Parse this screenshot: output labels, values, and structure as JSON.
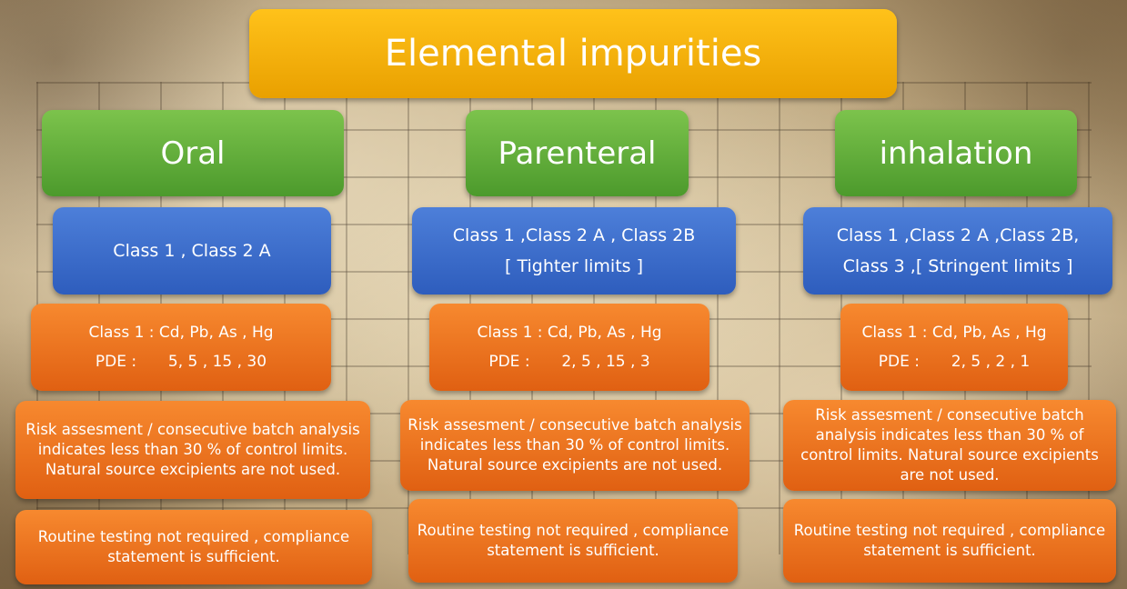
{
  "title": "Elemental impurities",
  "columns": [
    {
      "route": "Oral",
      "classes_line1": "Class 1 , Class 2 A",
      "classes_line2": "",
      "elements": "Class 1 : Cd,  Pb, As , Hg",
      "pde_label": "PDE :",
      "pde_values": "5,  5 , 15 ,  30",
      "risk": "Risk assesment / consecutive batch analysis indicates less than 30 % of control limits. Natural source excipients are not used.",
      "routine": "Routine testing not required , compliance statement is sufficient."
    },
    {
      "route": "Parenteral",
      "classes_line1": "Class 1 ,Class 2 A , Class 2B",
      "classes_line2": "[ Tighter limits ]",
      "elements": "Class 1 : Cd,  Pb, As , Hg",
      "pde_label": "PDE :",
      "pde_values": "2,  5 , 15 , 3",
      "risk": "Risk assesment / consecutive batch analysis indicates less than 30 % of control limits. Natural source excipients are not used.",
      "routine": "Routine testing not required , compliance statement is sufficient."
    },
    {
      "route": "inhalation",
      "classes_line1": "Class 1 ,Class 2 A ,Class 2B,",
      "classes_line2": "Class 3 ,[ Stringent  limits ]",
      "elements": "Class 1 : Cd,  Pb, As , Hg",
      "pde_label": "PDE :",
      "pde_values": "2,  5 , 2 ,  1",
      "risk": "Risk assesment / consecutive batch analysis indicates less than 30 % of control limits. Natural source excipients are not used.",
      "routine": "Routine testing not required , compliance statement is sufficient."
    }
  ],
  "colors": {
    "title": "#ffc21a",
    "route": "#5daa36",
    "classes": "#3d6fcf",
    "details": "#f0741f"
  }
}
